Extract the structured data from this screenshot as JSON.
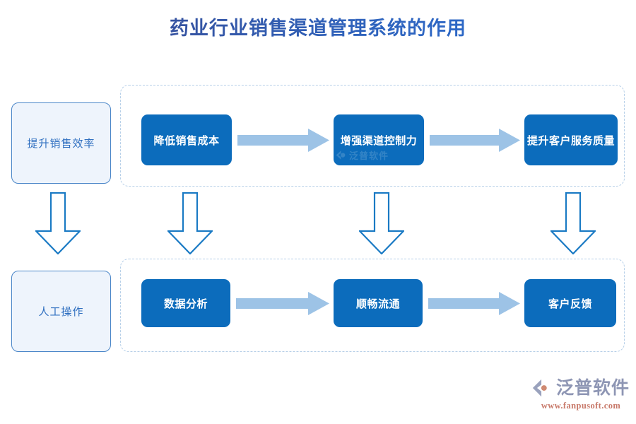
{
  "title": "药业行业销售渠道管理系统的作用",
  "colors": {
    "process_box": "#0c6cbc",
    "stage_box_fill": "#eef4fc",
    "stage_box_border": "#4a86c8",
    "arrow_right": "#9dc3e6",
    "arrow_down_stroke": "#1a7ac4",
    "group_border": "#b6cfe8",
    "title_gradient_start": "#3b4a8f",
    "title_gradient_end": "#2a70d6",
    "brand_text": "#8e96b4",
    "brand_url": "#c8796a"
  },
  "stages": [
    {
      "label": "提升销售效率",
      "name": "stage-improve-efficiency"
    },
    {
      "label": "人工操作",
      "name": "stage-manual-operation"
    }
  ],
  "groups": {
    "top": {
      "name": "top-flow-group",
      "steps": [
        {
          "label": "降低销售成本"
        },
        {
          "label": "增强渠道控制力"
        },
        {
          "label": "提升客户服务质量"
        }
      ]
    },
    "bottom": {
      "name": "bottom-flow-group",
      "steps": [
        {
          "label": "数据分析"
        },
        {
          "label": "顺畅流通"
        },
        {
          "label": "客户反馈"
        }
      ]
    }
  },
  "icons": {
    "arrow_right": "arrow-right-icon",
    "arrow_down": "arrow-down-icon",
    "brand_mark": "fanpu-logo-icon"
  },
  "watermark": {
    "text": "泛普软件"
  },
  "brand": {
    "name": "泛普软件",
    "url": "www.fanpusoft.com"
  }
}
